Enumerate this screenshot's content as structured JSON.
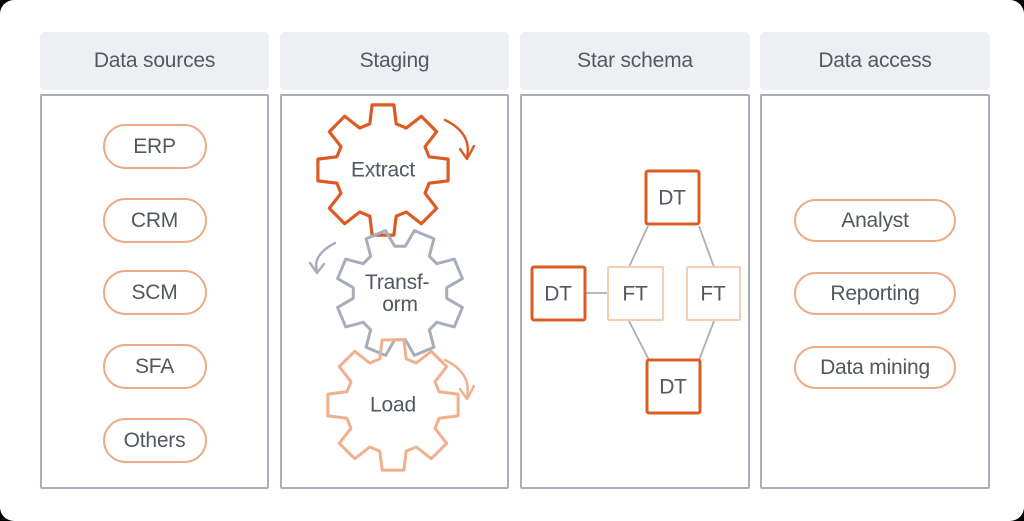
{
  "diagram": {
    "columns": [
      {
        "title": "Data sources",
        "pills": [
          "ERP",
          "CRM",
          "SCM",
          "SFA",
          "Others"
        ]
      },
      {
        "title": "Staging",
        "gears": [
          {
            "label": "Extract",
            "color": "#DC5B24",
            "rotation": "clockwise"
          },
          {
            "label_lines": [
              "Transf-",
              "orm"
            ],
            "color": "#A8ADBE",
            "rotation": "counter-clockwise"
          },
          {
            "label": "Load",
            "color": "#F0B08C",
            "rotation": "clockwise"
          }
        ]
      },
      {
        "title": "Star schema",
        "boxes": [
          {
            "label": "DT",
            "position": "top",
            "border_color": "#DD5C22"
          },
          {
            "label": "DT",
            "position": "left",
            "border_color": "#DD5C22"
          },
          {
            "label": "FT",
            "position": "center-left",
            "border_color": "#F5CDB0"
          },
          {
            "label": "FT",
            "position": "center-right",
            "border_color": "#F5CDB0"
          },
          {
            "label": "DT",
            "position": "bottom",
            "border_color": "#DD5C22"
          }
        ]
      },
      {
        "title": "Data access",
        "pills": [
          "Analyst",
          "Reporting",
          "Data mining"
        ]
      }
    ],
    "colors": {
      "accent_orange": "#DC5B24",
      "peach": "#ECAB85",
      "peach_light": "#F5CDB0",
      "gray_blue": "#A8ADBE",
      "panel_border": "#A9AEB9",
      "header_bg": "#EDEFF3",
      "text": "#53575F",
      "background": "#FFFFFF",
      "corner": "#000000"
    }
  }
}
